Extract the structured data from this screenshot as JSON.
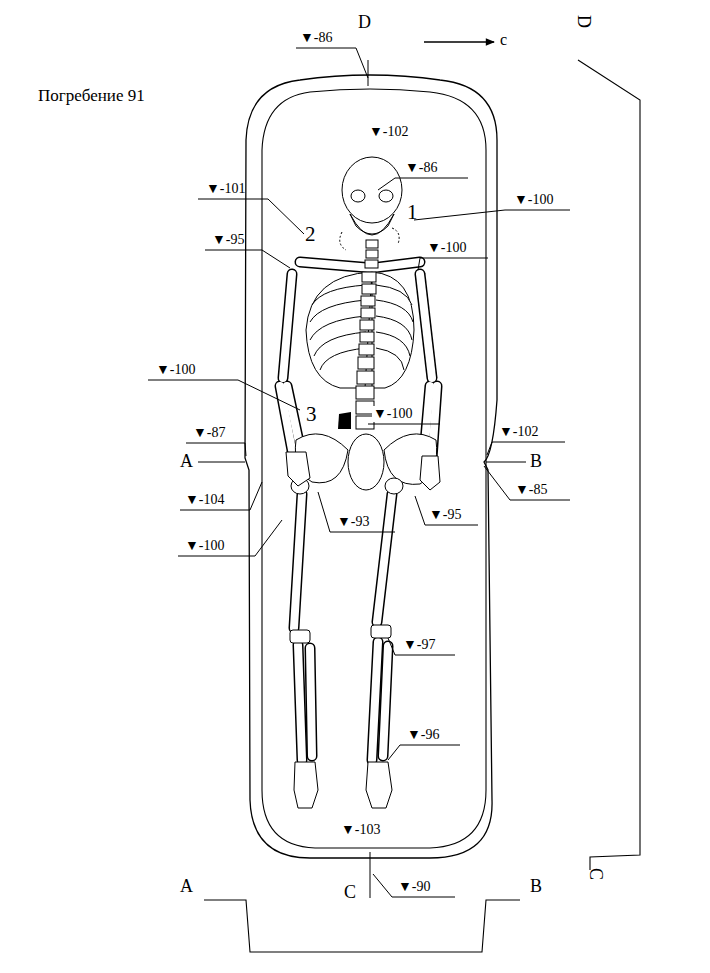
{
  "diagram": {
    "title": "Погребение 91",
    "labels": [
      "D",
      "▼-86",
      "с",
      "D",
      "▼-102",
      "▼-86",
      "▼-101",
      "▼-100",
      "1",
      "2",
      "▼-95",
      "▼-100",
      "▼-100",
      "3",
      "▼-100",
      "▼-87",
      "▼-102",
      "A",
      "B",
      "▼-85",
      "▼-104",
      "▼-93",
      "▼-95",
      "▼-100",
      "▼-97",
      "▼-96",
      "▼-103",
      "C",
      "▼-90",
      "A",
      "B",
      "C"
    ]
  }
}
